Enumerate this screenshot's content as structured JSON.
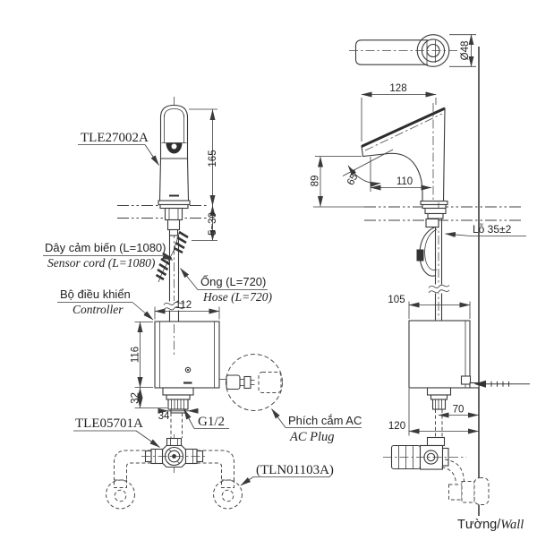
{
  "title": "TLE27002A sensor faucet installation drawing",
  "labels": {
    "faucet_model": "TLE27002A",
    "sensor_cord_vi": "Dây cảm biến (L=1080)",
    "sensor_cord_en": "Sensor cord (L=1080)",
    "hose_vi": "Ống (L=720)",
    "hose_en": "Hose (L=720)",
    "controller_vi": "Bộ điều khiển",
    "controller_en": "Controller",
    "valve_model": "TLE05701A",
    "thread_size": "G1/2",
    "ac_plug_vi": "Phích cắm AC",
    "ac_plug_en": "AC Plug",
    "supply_model": "(TLN01103A)",
    "hole_label": "Lỗ 35±2",
    "wall_vi": "Tường/",
    "wall_en": "Wall"
  },
  "dims": {
    "spout_height": "165",
    "deck_range": "5~30",
    "controller_width": "112",
    "controller_height": "116",
    "outlet_drop": "32",
    "fitting_width": "34",
    "head_diameter": "Ø48",
    "total_reach": "128",
    "spout_outlet_height": "89",
    "spout_reach": "110",
    "spout_angle": "65°",
    "controller_depth": "105",
    "valve_to_wall": "70",
    "controller_to_wall": "120"
  }
}
